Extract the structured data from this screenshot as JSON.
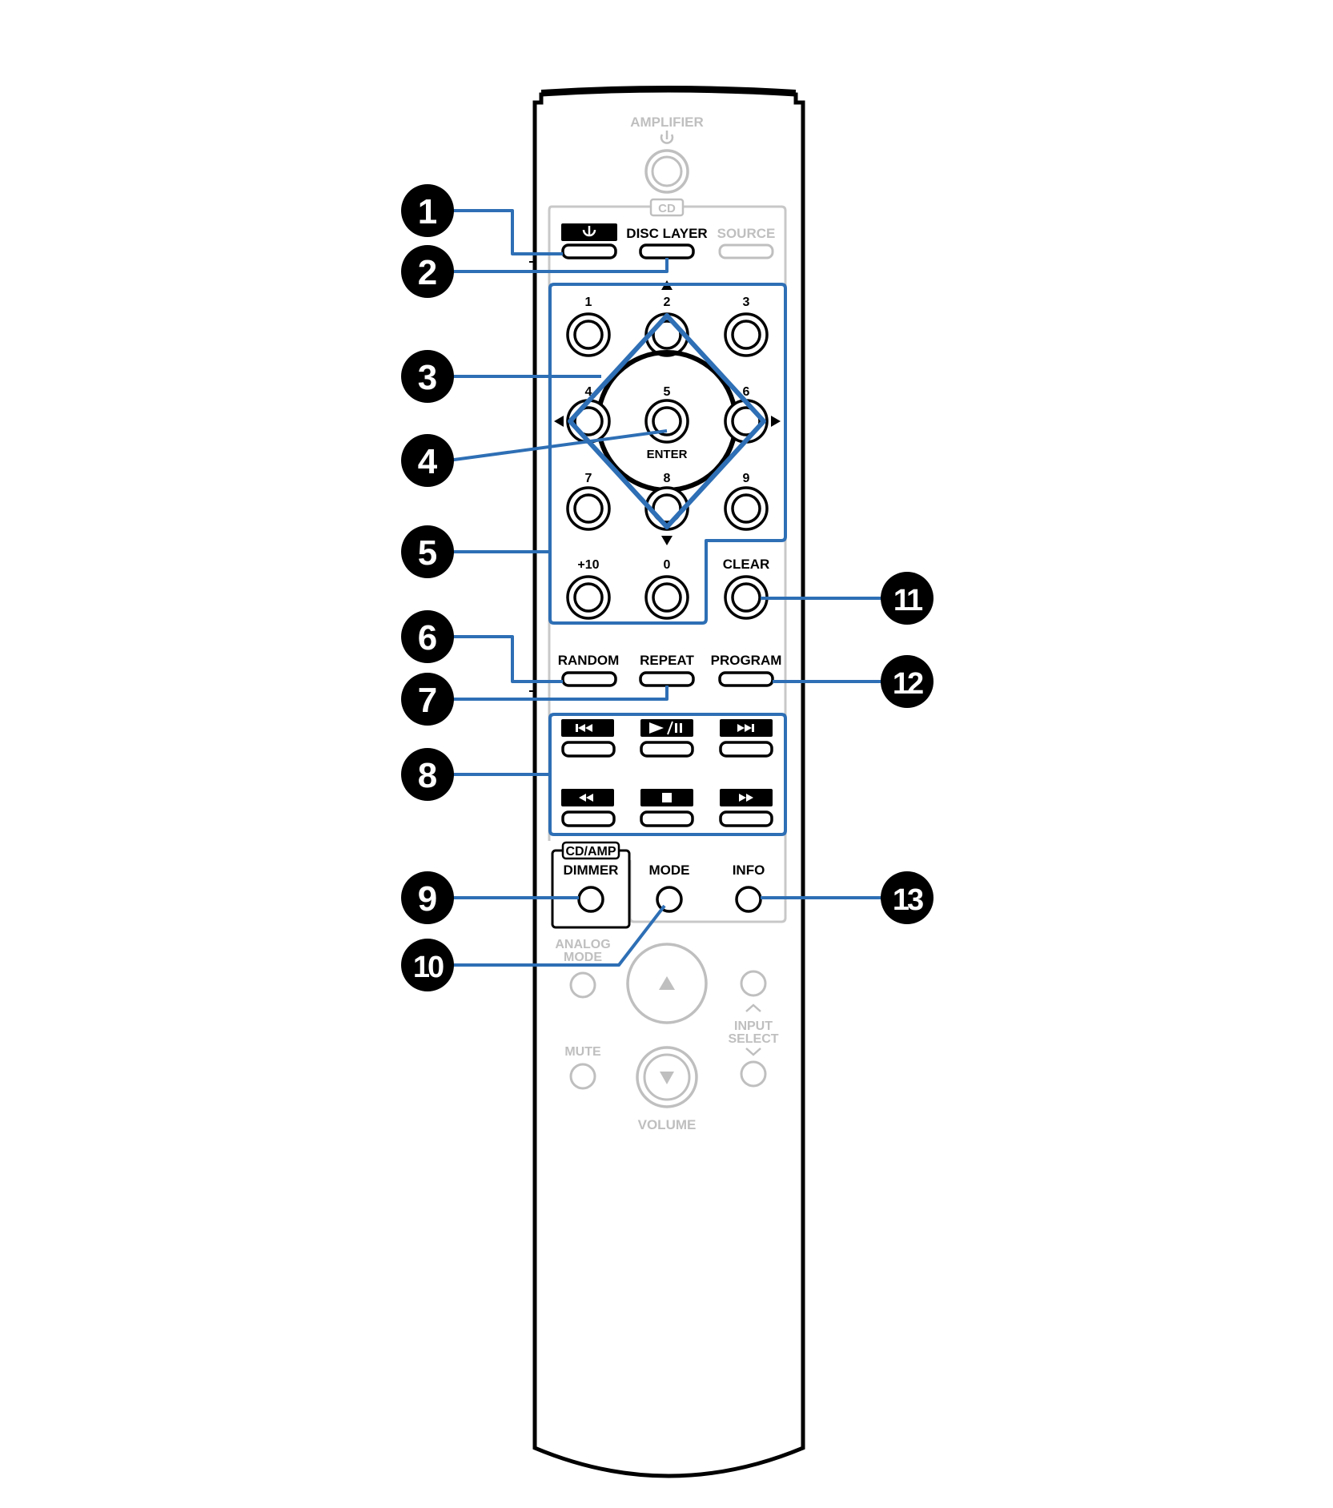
{
  "labels": {
    "amplifier": "AMPLIFIER",
    "cd": "CD",
    "disc_layer": "DISC LAYER",
    "source": "SOURCE",
    "key1": "1",
    "key2": "2",
    "key3": "3",
    "key4": "4",
    "key5": "5",
    "key6": "6",
    "key7": "7",
    "key8": "8",
    "key9": "9",
    "enter": "ENTER",
    "plus10": "+10",
    "key0": "0",
    "clear": "CLEAR",
    "random": "RANDOM",
    "repeat": "REPEAT",
    "program": "PROGRAM",
    "cd_amp": "CD/AMP",
    "dimmer": "DIMMER",
    "mode": "MODE",
    "info": "INFO",
    "analog_mode_1": "ANALOG",
    "analog_mode_2": "MODE",
    "input_select_1": "INPUT",
    "input_select_2": "SELECT",
    "mute": "MUTE",
    "volume": "VOLUME"
  },
  "callouts": [
    "1",
    "2",
    "3",
    "4",
    "5",
    "6",
    "7",
    "8",
    "9",
    "10",
    "11",
    "12",
    "13"
  ],
  "colors": {
    "line": "#000000",
    "faded": "#bfbfbf",
    "callout_blue": "#2e6fb5",
    "callout_badge": "#000000"
  }
}
